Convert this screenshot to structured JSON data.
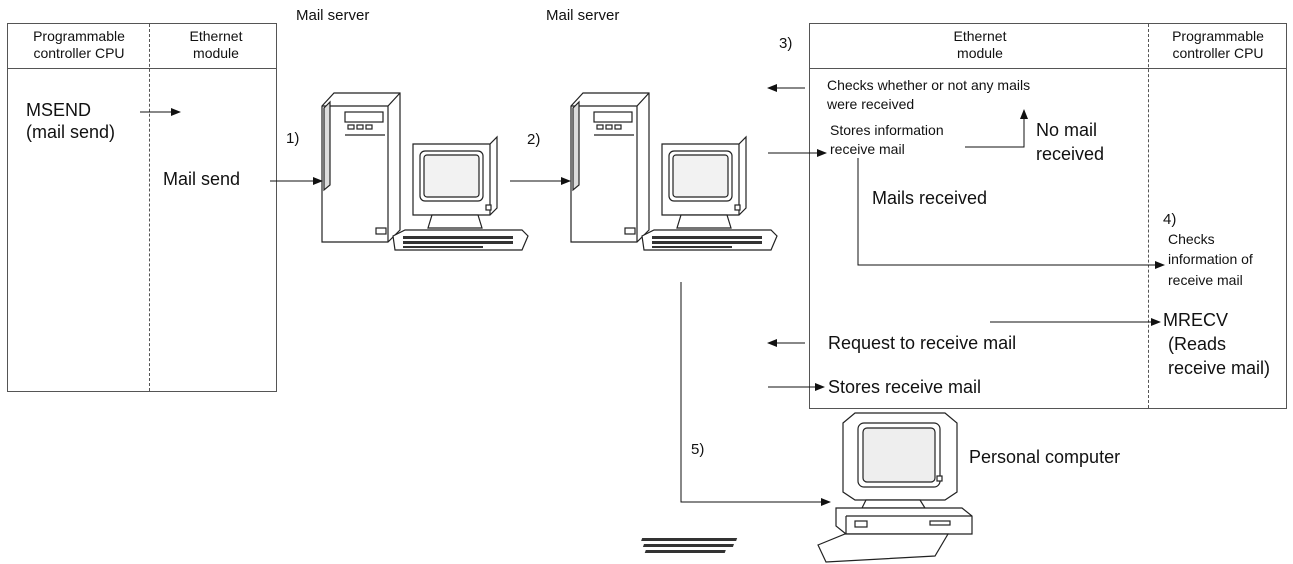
{
  "left_panel": {
    "col1_header": "Programmable controller CPU",
    "col2_header": "Ethernet module",
    "msend_label": "MSEND",
    "msend_sub": "(mail send)",
    "mail_send": "Mail send"
  },
  "servers": {
    "server1_label": "Mail server",
    "server2_label": "Mail server"
  },
  "steps": {
    "s1": "1)",
    "s2": "2)",
    "s3": "3)",
    "s4": "4)",
    "s5": "5)"
  },
  "right_panel": {
    "col1_header": "Ethernet module",
    "col2_header": "Programmable controller CPU",
    "checks_line1": "Checks whether or not any mails",
    "checks_line2": "were received",
    "stores_info_line1": "Stores information",
    "stores_info_line2": "receive mail",
    "no_mail_line1": "No mail",
    "no_mail_line2": "received",
    "mails_received": "Mails received",
    "checks_info_line1": "Checks",
    "checks_info_line2": "information of",
    "checks_info_line3": "receive mail",
    "mrecv": "MRECV",
    "reads_line1": "(Reads",
    "reads_line2": "receive mail)",
    "request": "Request to receive mail",
    "stores_receive": "Stores receive mail"
  },
  "pc": {
    "label": "Personal computer"
  }
}
